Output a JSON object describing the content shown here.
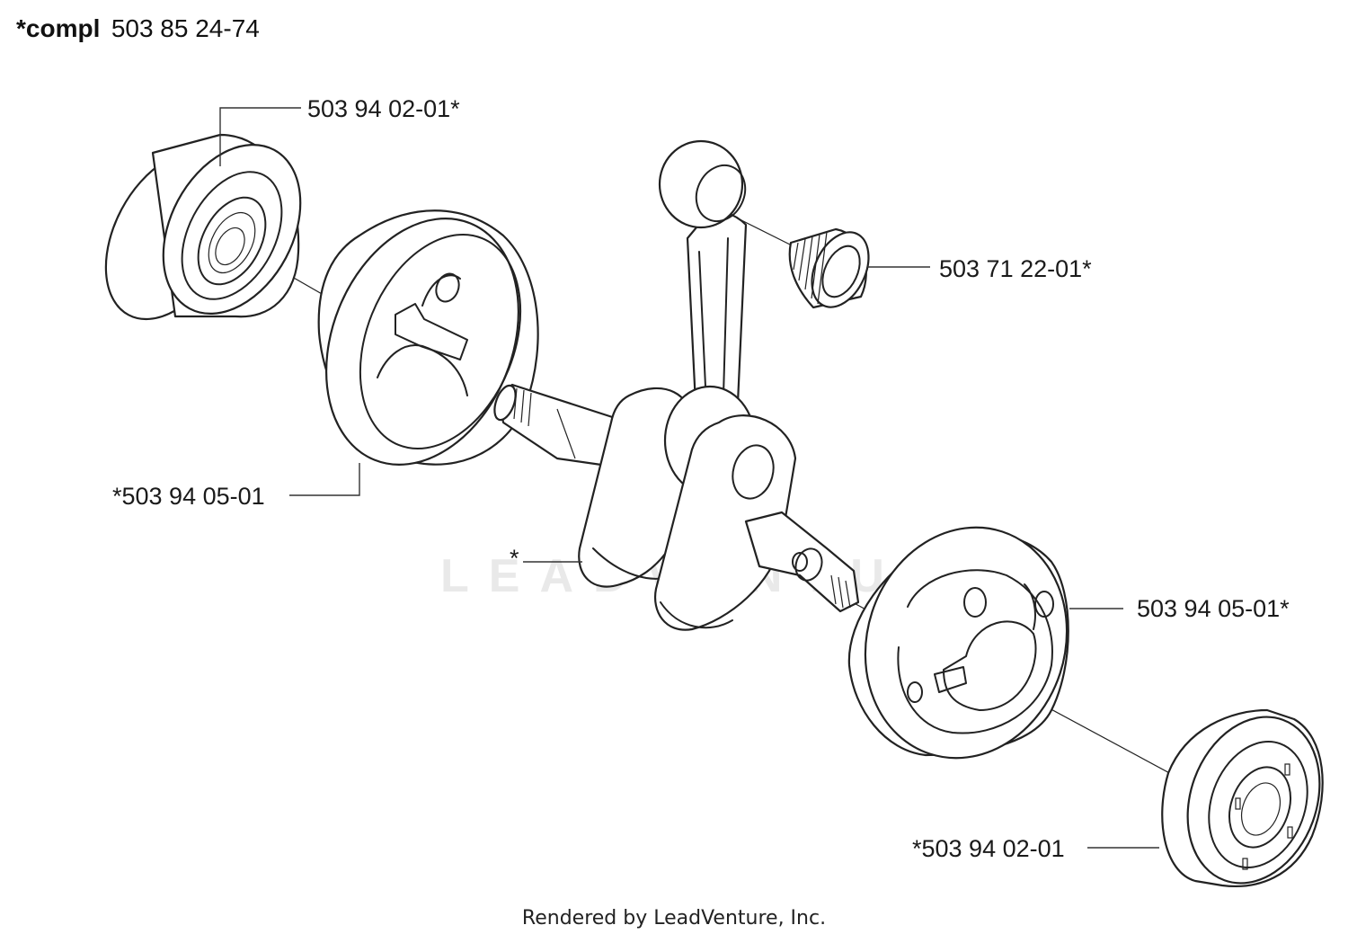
{
  "header": {
    "prefix": "*compl",
    "part_number": "503 85 24-74"
  },
  "labels": {
    "bearing_top": "503 94 02-01*",
    "needle_bearing": "503 71 22-01*",
    "crank_half_left": "*503 94 05-01",
    "crankshaft": "*",
    "crank_half_right": "503 94 05-01*",
    "bearing_bottom": "*503 94 02-01"
  },
  "watermark": "LEADVENTURE",
  "footer": "Rendered by LeadVenture, Inc."
}
